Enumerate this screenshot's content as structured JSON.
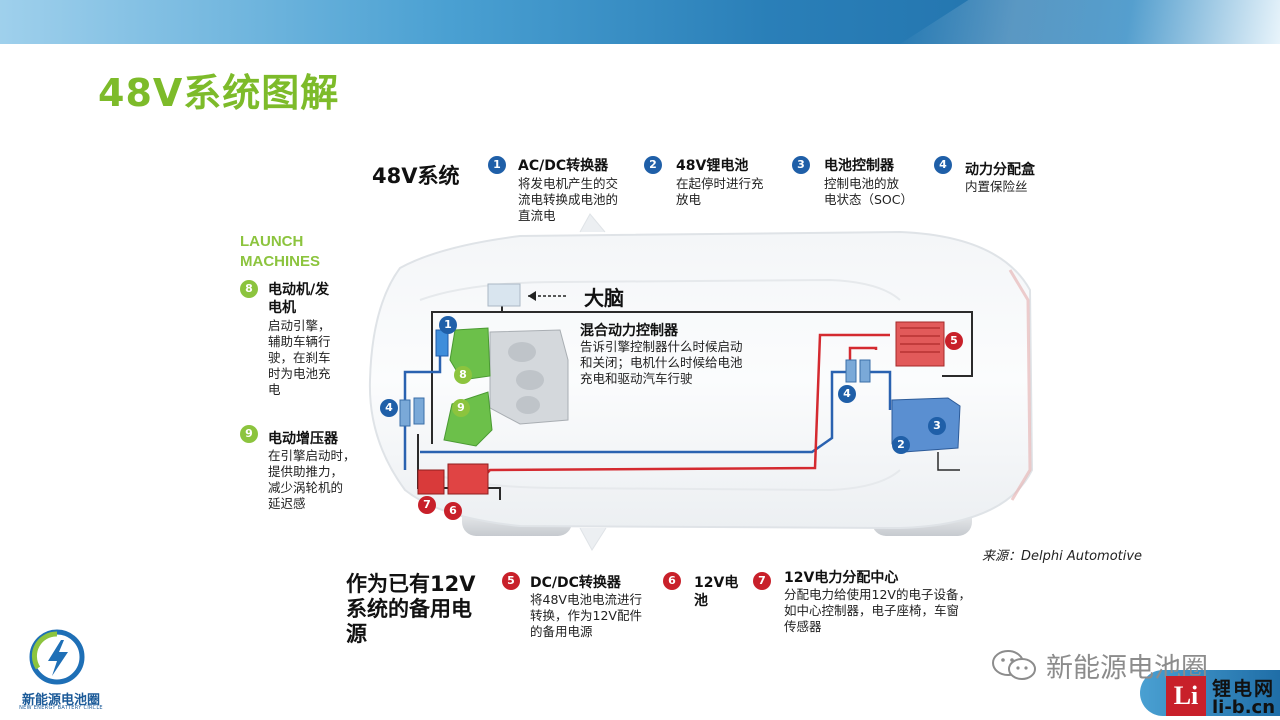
{
  "page": {
    "title": "48V系统图解",
    "source": "来源：Delphi Automotive"
  },
  "system_48v": {
    "title": "48V系统",
    "items": [
      {
        "num": "1",
        "title": "AC/DC转换器",
        "desc": [
          "将发电机产生的交",
          "流电转换成电池的",
          "直流电"
        ]
      },
      {
        "num": "2",
        "title": "48V锂电池",
        "desc": [
          "在起停时进行充",
          "放电"
        ]
      },
      {
        "num": "3",
        "title": "电池控制器",
        "desc": [
          "控制电池的放",
          "电状态（SOC）"
        ]
      },
      {
        "num": "4",
        "title": "动力分配盒",
        "desc": [
          "内置保险丝"
        ]
      }
    ]
  },
  "launch": {
    "line1": "LAUNCH",
    "line2": "MACHINES",
    "items": [
      {
        "num": "8",
        "title": [
          "电动机/发",
          "电机"
        ],
        "desc": [
          "启动引擎，",
          "辅助车辆行",
          "驶，在刹车",
          "时为电池充",
          "电"
        ]
      },
      {
        "num": "9",
        "title": [
          "电动增压器"
        ],
        "desc": [
          "在引擎启动时，",
          "提供助推力，",
          "减少涡轮机的",
          "延迟感"
        ]
      }
    ]
  },
  "brain": {
    "label": "大脑"
  },
  "hybrid": {
    "title": "混合动力控制器",
    "desc": [
      "告诉引擎控制器什么时候启动",
      "和关闭；电机什么时候给电池",
      "充电和驱动汽车行驶"
    ]
  },
  "system_12v": {
    "title": [
      "作为已有12V",
      "系统的备用电",
      "源"
    ],
    "items": [
      {
        "num": "5",
        "title": "DC/DC转换器",
        "desc": [
          "将48V电池电流进行",
          "转换，作为12V配件",
          "的备用电源"
        ]
      },
      {
        "num": "6",
        "title": [
          "12V电",
          "池"
        ],
        "desc": []
      },
      {
        "num": "7",
        "title": "12V电力分配中心",
        "desc": [
          "分配电力给使用12V的电子设备，",
          "如中心控制器，电子座椅，车窗",
          "传感器"
        ]
      }
    ]
  },
  "diagram_labels": {
    "n1": "1",
    "n2": "2",
    "n3": "3",
    "n4a": "4",
    "n4b": "4",
    "n5": "5",
    "n6": "6",
    "n7": "7",
    "n8": "8",
    "n9": "9"
  },
  "logo": {
    "name": "新能源电池圈",
    "sub": "NEW ENERGY BATTERY CIRCLE"
  },
  "watermark": {
    "text": "新能源电池圈"
  },
  "lib": {
    "mark": "Li",
    "cn": "锂电网",
    "url": "li-b.cn"
  },
  "colors": {
    "title_green": "#7dbb2a",
    "badge_blue": "#1f5fa8",
    "badge_red": "#c8202a",
    "badge_green": "#8cc43e"
  }
}
